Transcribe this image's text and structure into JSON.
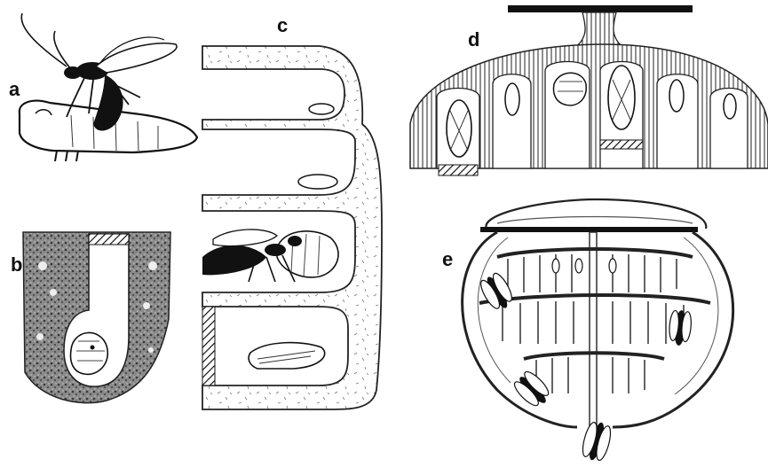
{
  "panels": {
    "a": {
      "label": "a"
    },
    "b": {
      "label": "b"
    },
    "c": {
      "label": "c"
    },
    "d": {
      "label": "d"
    },
    "e": {
      "label": "e"
    }
  }
}
